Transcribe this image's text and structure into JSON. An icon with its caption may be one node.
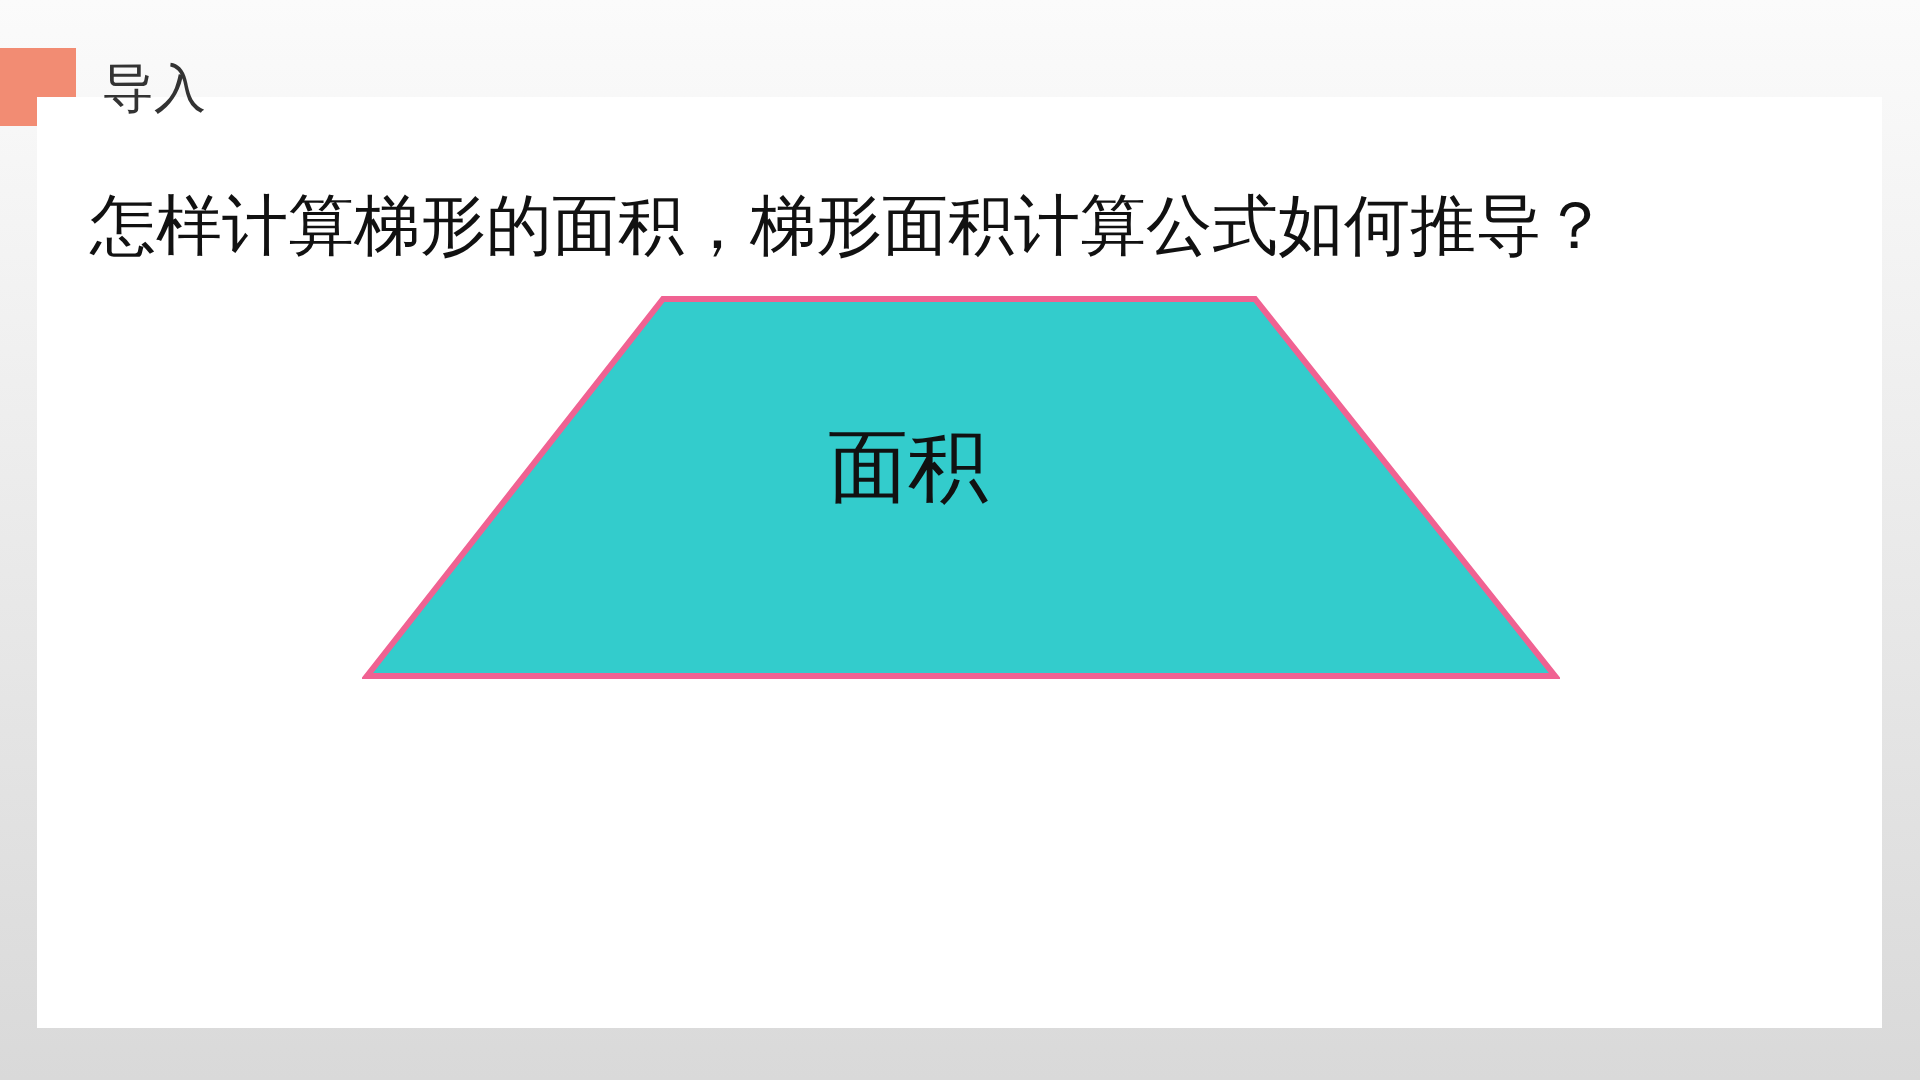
{
  "diagram": {
    "title": "导入",
    "nodes": [
      {
        "text": [
          "面积"
        ]
      }
    ],
    "labels": [
      "怎样计算梯形的面积，梯形面积计算公式如何推导？"
    ]
  }
}
